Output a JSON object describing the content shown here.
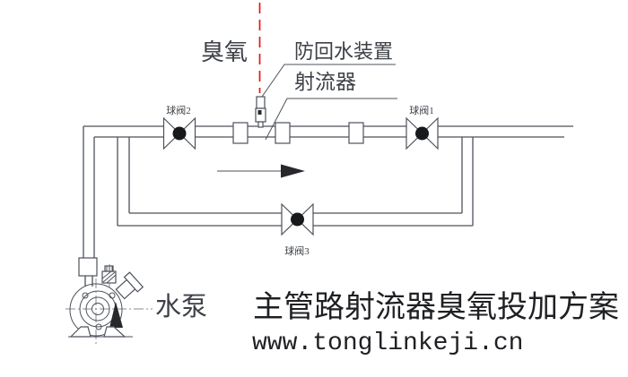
{
  "page": {
    "background": "#ffffff"
  },
  "diagram": {
    "type": "piping-schematic",
    "labels": {
      "ozone": "臭氧",
      "anti_backflow_device": "防回水装置",
      "jet_injector": "射流器",
      "valve1": "球阀1",
      "valve2": "球阀2",
      "valve3": "球阀3",
      "pump": "水泵"
    },
    "title": "主管路射流器臭氧投加方案",
    "website": "www.tonglinkeji.cn",
    "colors": {
      "pipe_line": "#4d525b",
      "centerline": "#868b93",
      "ozone_dashed_line": "#e8140f",
      "valve_ball_fill": "#17181b",
      "arrow_fill": "#26282c",
      "label_text": "#3d4147",
      "title_text": "#1f2023"
    }
  }
}
